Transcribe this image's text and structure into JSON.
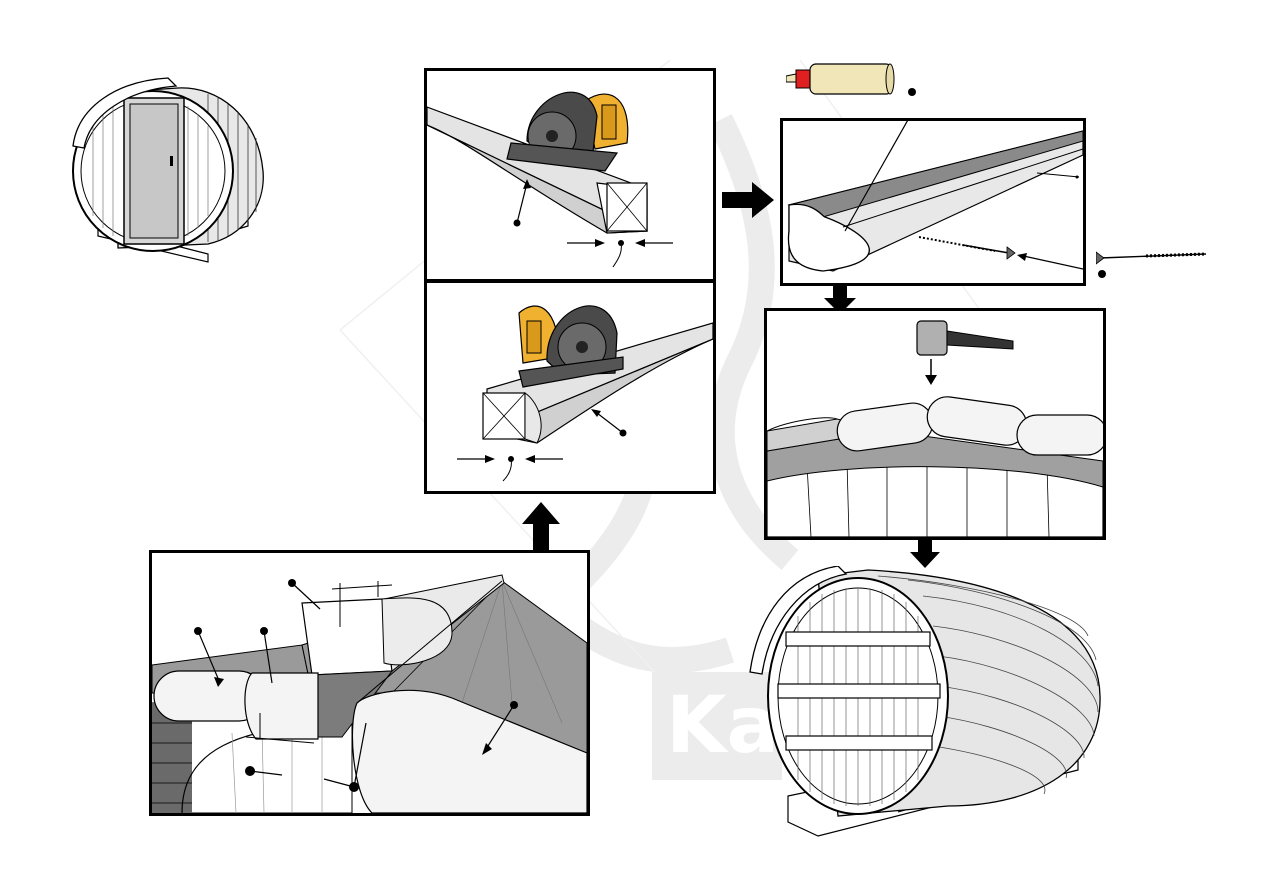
{
  "watermark": {
    "text": "Kal",
    "color": "#ececec"
  },
  "colors": {
    "saw_blade": "#4a4a4a",
    "saw_motor": "#f0b030",
    "wood_face": "#ffffff",
    "wood_shade": "#d0d0d0",
    "roof_dark": "#8a8a8a",
    "glue_body": "#f0e6b8",
    "glue_cap": "#e02020",
    "hammer_head": "#b0b0b0"
  },
  "steps": [
    {
      "id": "overview",
      "icon": "barrel-sauna-icon"
    },
    {
      "id": "cutting-a",
      "icon": "circular-saw-icon"
    },
    {
      "id": "cutting-b",
      "icon": "circular-saw-icon"
    },
    {
      "id": "glue-screw",
      "icon": "glue-bottle-icon"
    },
    {
      "id": "hammer-fit",
      "icon": "hammer-icon"
    },
    {
      "id": "finished",
      "icon": "barrel-sauna-icon"
    },
    {
      "id": "detail",
      "icon": "roof-ridge-icon"
    }
  ]
}
